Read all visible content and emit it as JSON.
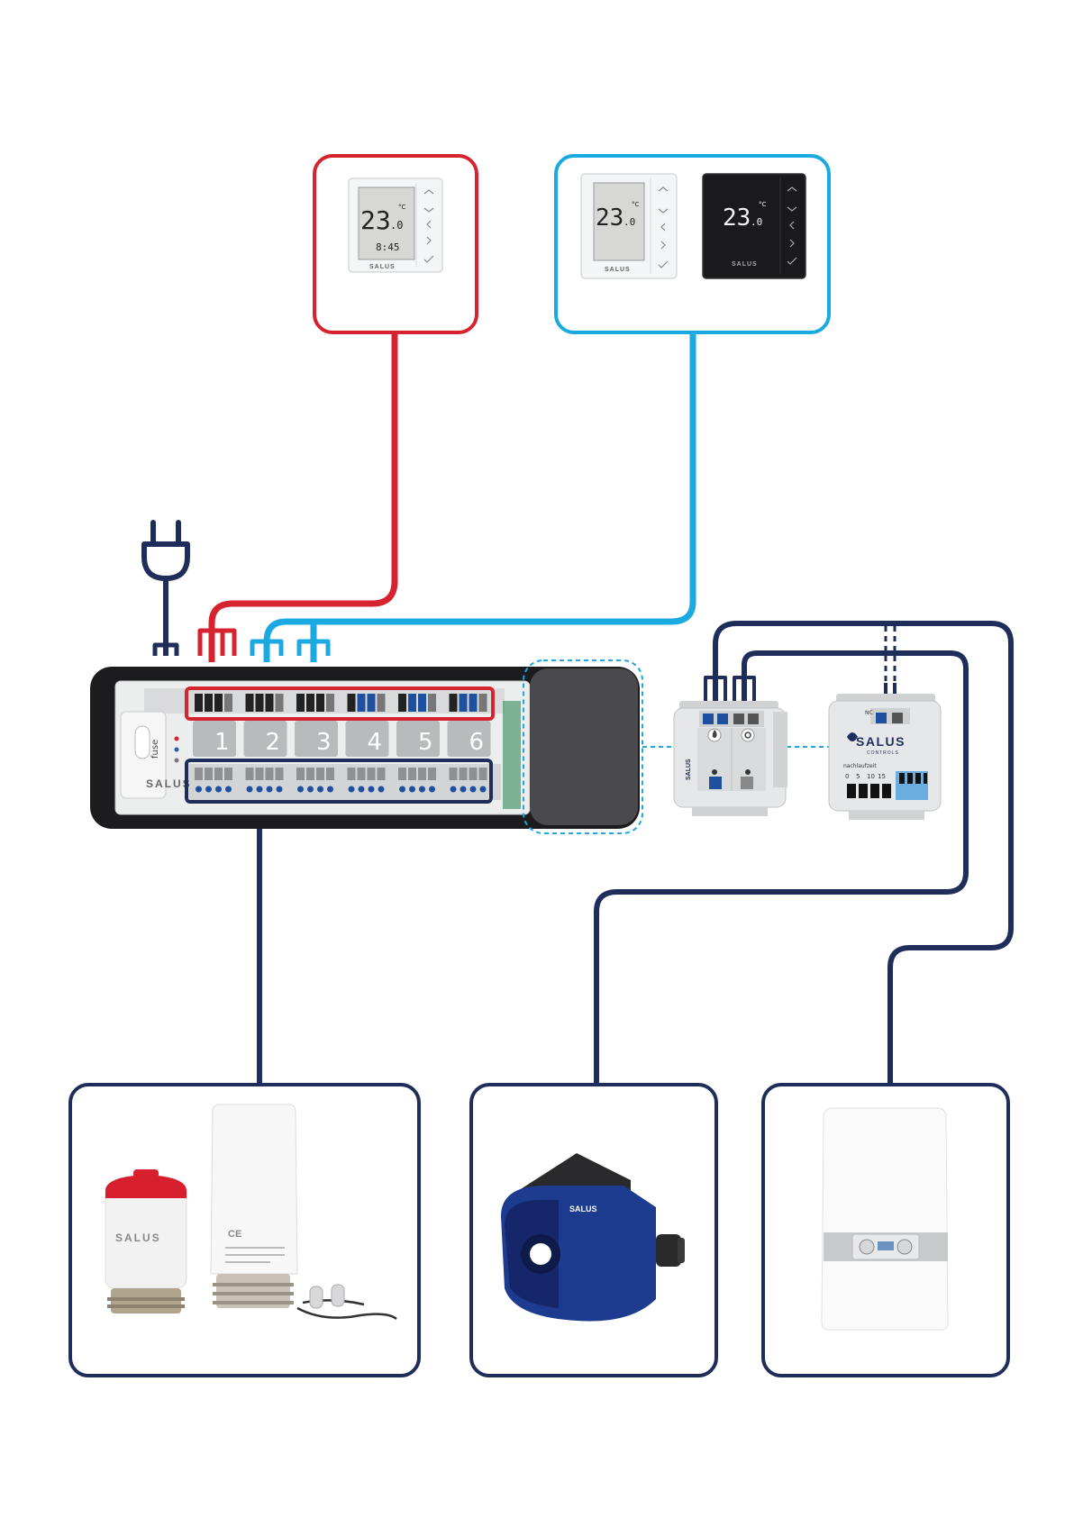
{
  "colors": {
    "thermostat_wired": "#d5232f",
    "thermostat_wireless": "#1aa9e1",
    "device_wiring": "#1f2d5a",
    "dashed_link": "#1aa9e1"
  },
  "thermostat_wired": {
    "temperature": "23",
    "temperature_decimal": ".0",
    "unit": "°C",
    "clock": "8:45",
    "brand": "SALUS"
  },
  "thermostat_wireless_white": {
    "temperature": "23",
    "temperature_decimal": ".0",
    "unit": "°C",
    "brand": "SALUS"
  },
  "thermostat_wireless_black": {
    "temperature": "23",
    "temperature_decimal": ".0",
    "unit": "°C",
    "brand": "SALUS"
  },
  "wiring_centre": {
    "fuse_label": "fuse",
    "brand": "SALUS",
    "zones": [
      "1",
      "2",
      "3",
      "4",
      "5",
      "6"
    ]
  },
  "pump_module": {
    "brand": "SALUS"
  },
  "timer_module": {
    "brand": "SALUS",
    "sub_brand": "CONTROLS",
    "label": "nachlaufzeit",
    "scale": [
      "0",
      "5",
      "10",
      "15"
    ],
    "terminal_label": "NC"
  },
  "actuator": {
    "brand": "SALUS",
    "ce_mark": "CE"
  },
  "pump": {
    "brand": "SALUS"
  },
  "icons": [
    "plug-icon",
    "flame-icon",
    "pump-icon"
  ]
}
